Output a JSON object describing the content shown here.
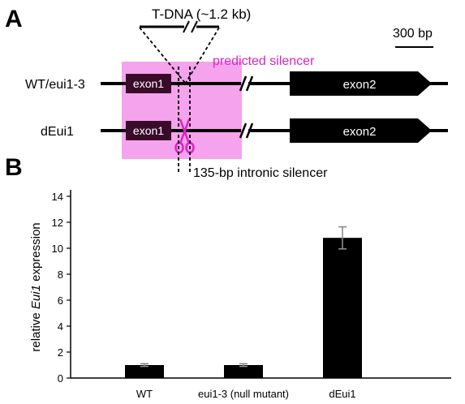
{
  "panel_a": {
    "label": "A",
    "tdna_label": "T-DNA (~1.2 kb)",
    "scale_label": "300 bp",
    "silencer_label": "predicted silencer",
    "intronic_label": "135-bp intronic silencer",
    "rows": [
      {
        "name": "WT/eui1-3",
        "exon1": "exon1",
        "exon2": "exon2",
        "cut": false
      },
      {
        "name": "dEui1",
        "exon1": "exon1",
        "exon2": "exon2",
        "cut": true
      }
    ],
    "colors": {
      "silencer": "#f5a3ec",
      "silencer_text": "#e020c8",
      "exon1": "#3a0a2a",
      "cut": "#e020c8"
    }
  },
  "panel_b": {
    "label": "B",
    "chart_data": {
      "type": "bar",
      "categories": [
        "WT",
        "eui1-3 (null mutant)",
        "dEui1"
      ],
      "values": [
        1.0,
        1.0,
        10.8
      ],
      "errors": [
        0.1,
        0.1,
        0.85
      ],
      "ylabel_pre": "relative ",
      "ylabel_italic": "Eui1",
      "ylabel_post": " expression",
      "ylim": [
        0,
        14
      ],
      "yticks": [
        0,
        2,
        4,
        6,
        8,
        10,
        12,
        14
      ],
      "bar_color": "#000000",
      "grid": false
    }
  }
}
